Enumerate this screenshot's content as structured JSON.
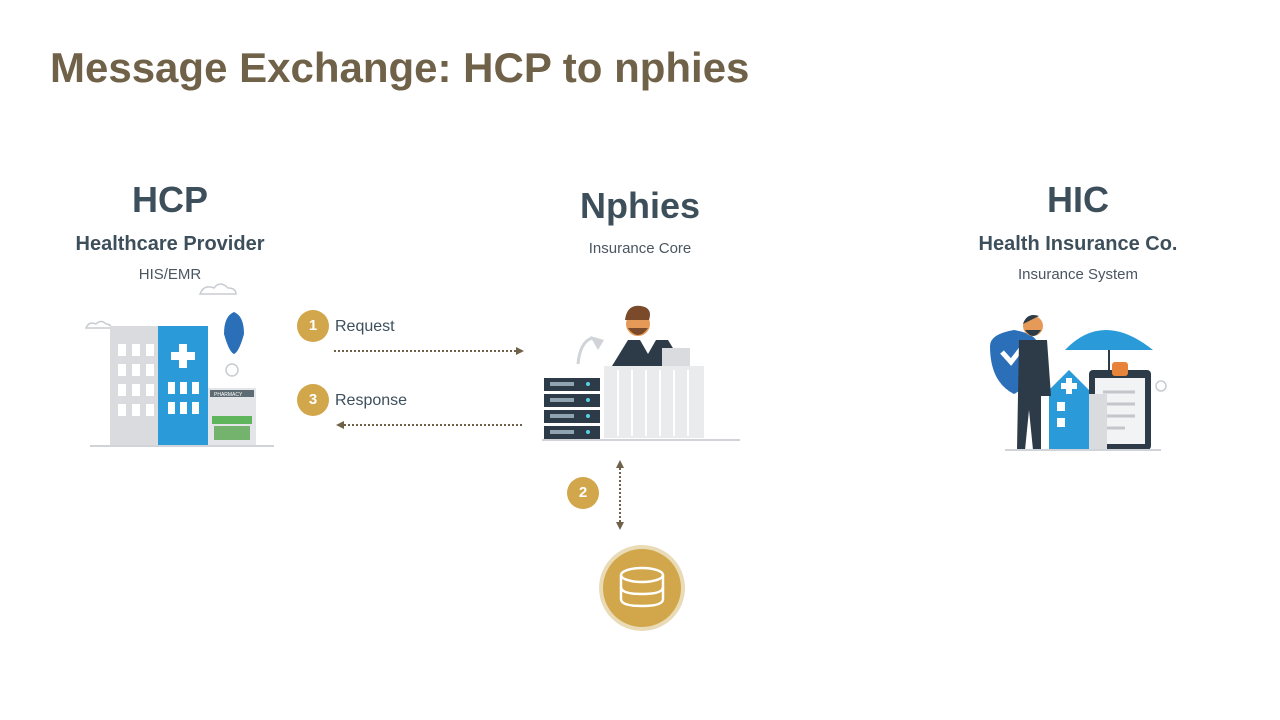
{
  "title": "Message Exchange: HCP to nphies",
  "hcp": {
    "code": "HCP",
    "name": "Healthcare Provider",
    "system": "HIS/EMR",
    "sign": "PHARMACY"
  },
  "nphies": {
    "name": "Nphies",
    "system": "Insurance Core"
  },
  "hic": {
    "code": "HIC",
    "name": "Health Insurance Co.",
    "system": "Insurance System"
  },
  "flows": {
    "request": {
      "step": "1",
      "label": "Request"
    },
    "response": {
      "step": "3",
      "label": "Response"
    },
    "database": {
      "step": "2"
    }
  },
  "colors": {
    "title": "#6f6249",
    "text": "#3e4f5c",
    "gold": "#d2a64a",
    "blue": "#2a9bd8",
    "arrow": "#6f6249"
  }
}
